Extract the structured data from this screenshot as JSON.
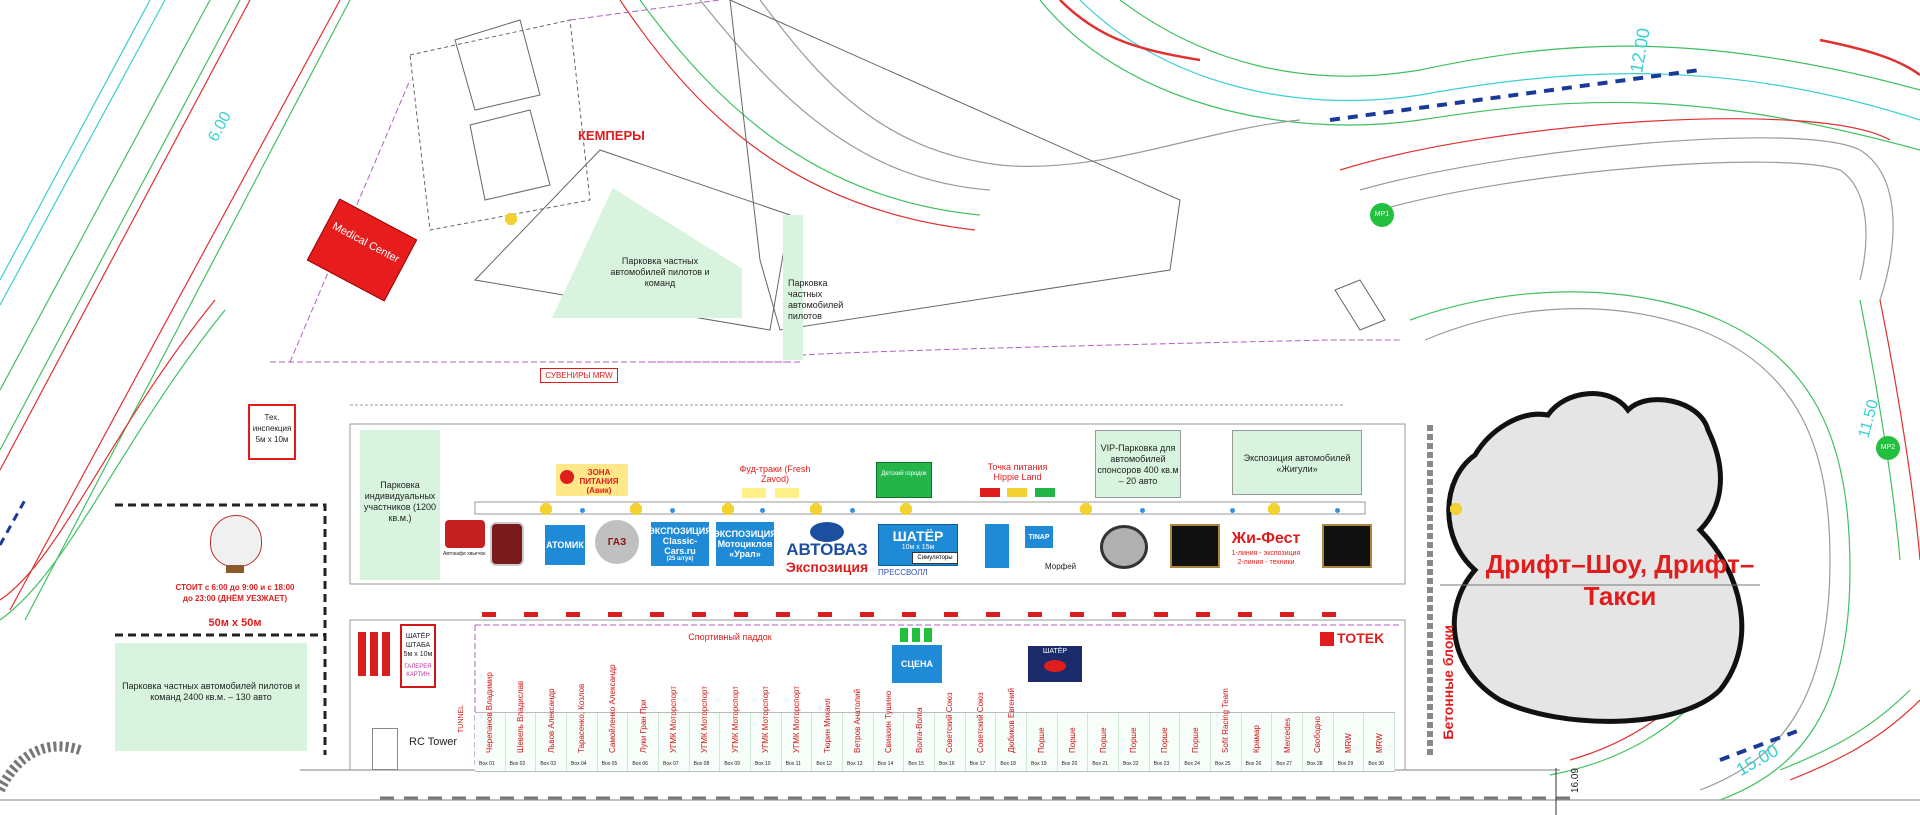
{
  "map_labels": {
    "campers": "КЕМПЕРЫ",
    "medical_center": "Medical Center",
    "private_parking_teams": "Парковка частных автомобилей пилотов и команд",
    "private_parking_pilots": "Парковка частных автомобилей пилотов",
    "souvenirs": "СУВЕНИРЫ MRW",
    "tech_inspection": "Тех. инспекция 5м х 10м",
    "individual_parking": "Парковка индивидуальных участников (1200 кв.м.)",
    "food_zone": "ЗОНА ПИТАНИЯ (Авик)",
    "food_trucks": "Фуд-траки (Fresh Zavod)",
    "kids_town": "Детский городок",
    "food_point": "Точка питания Hippie Land",
    "vip_parking": "VIP-Парковка для автомобилей спонсоров 400 кв.м – 20 авто",
    "zhiguli_expo": "Экспозиция автомобилей «Жигули»",
    "balloon_stand": "СТОИТ с 6:00 до 9:00 и с 18:00 до 23:00 (ДНЁМ УЕЗЖАЕТ)",
    "balloon_size": "50м х 50м",
    "big_parking": "Парковка частных автомобилей пилотов и команд 2400 кв.м. – 130 авто",
    "sport_paddock": "Спортивный паддок",
    "scene": "СЦЕНА",
    "hq_tent": "ШАТЁР ШТАБА 5м х 10м",
    "gallery": "ГАЛЕРЕЯ КАРТИН",
    "rc_tower": "RC Tower",
    "concrete_blocks": "Бетонные блоки",
    "drift_show": "Дрифт–Шоу, Дрифт–Такси",
    "tunnel": "TUNNEL",
    "dim_1609": "16.09",
    "dim_600": "6.00",
    "dim_1200": "12.00",
    "dim_1500": "15.00",
    "dim_1150": "11.50",
    "mp1": "МР1",
    "mp2": "МР2"
  },
  "expo": {
    "autocafe": "Автокафе хвыгчок",
    "atomic": "АТОМИК",
    "gaz": "ГАЗ",
    "classic": "ЭКСПОЗИЦИЯ Classic-Cars.ru",
    "classic_sub": "(25 штук)",
    "ural": "ЭКСПОЗИЦИЯ Мотоциклов «Урал»",
    "avtovaz": "АВТОВАЗ",
    "avtovaz_sub": "Экспозиция",
    "tent": "ШАТЁР",
    "tent_size": "10м х 15м",
    "simulators": "Симуляторы",
    "press": "ПРЕССВОЛЛ",
    "tinap": "TINAP",
    "morfey": "Морфей",
    "zhifest": "Жи-Фест",
    "zhifest_sub1": "1-линия - экспозиция",
    "zhifest_sub2": "2-линия - техники",
    "totek": "TOTEK",
    "redbull_tent": "ШАТЁР"
  },
  "boxes": [
    {
      "team": "Черепанов Владимир",
      "box": "Box 01"
    },
    {
      "team": "Шевель Владислав",
      "box": "Box 02"
    },
    {
      "team": "Львов Александр",
      "box": "Box 03"
    },
    {
      "team": "Тарасенко, Козлов",
      "box": "Box 04"
    },
    {
      "team": "Самойленко Александр",
      "box": "Box 05"
    },
    {
      "team": "Луки Гран При",
      "box": "Box 06"
    },
    {
      "team": "УГМК Моторспорт",
      "box": "Box 07"
    },
    {
      "team": "УГМК Моторспорт",
      "box": "Box 08"
    },
    {
      "team": "УГМК Моторспорт",
      "box": "Box 09"
    },
    {
      "team": "УГМК Моторспорт",
      "box": "Box 10"
    },
    {
      "team": "УГМК Моторспорт",
      "box": "Box 11"
    },
    {
      "team": "Тюрин Михаил",
      "box": "Box 12"
    },
    {
      "team": "Ветров Анатолий",
      "box": "Box 13"
    },
    {
      "team": "Свиахин Тушино",
      "box": "Box 14"
    },
    {
      "team": "Волга-Волга",
      "box": "Box 15"
    },
    {
      "team": "Советский Союз",
      "box": "Box 16"
    },
    {
      "team": "Советский Союз",
      "box": "Box 17"
    },
    {
      "team": "Дюбиков Евгений",
      "box": "Box 18"
    },
    {
      "team": "Порше",
      "box": "Box 19"
    },
    {
      "team": "Порше",
      "box": "Box 20"
    },
    {
      "team": "Порше",
      "box": "Box 21"
    },
    {
      "team": "Порше",
      "box": "Box 22"
    },
    {
      "team": "Порше",
      "box": "Box 23"
    },
    {
      "team": "Порше",
      "box": "Box 24"
    },
    {
      "team": "Sofit Racing Team",
      "box": "Box 25"
    },
    {
      "team": "Крамар",
      "box": "Box 26"
    },
    {
      "team": "Mercedes",
      "box": "Box 27"
    },
    {
      "team": "Свободно",
      "box": "Box 28"
    },
    {
      "team": "MRW",
      "box": "Box 29"
    },
    {
      "team": "MRW",
      "box": "Box 30"
    }
  ],
  "colors": {
    "accent_red": "#e01d1d",
    "zone_green": "#d8f4df",
    "expo_blue": "#1f8ad6",
    "track_gray": "#9a9a9a",
    "drift_fill": "#e5e5e5"
  }
}
